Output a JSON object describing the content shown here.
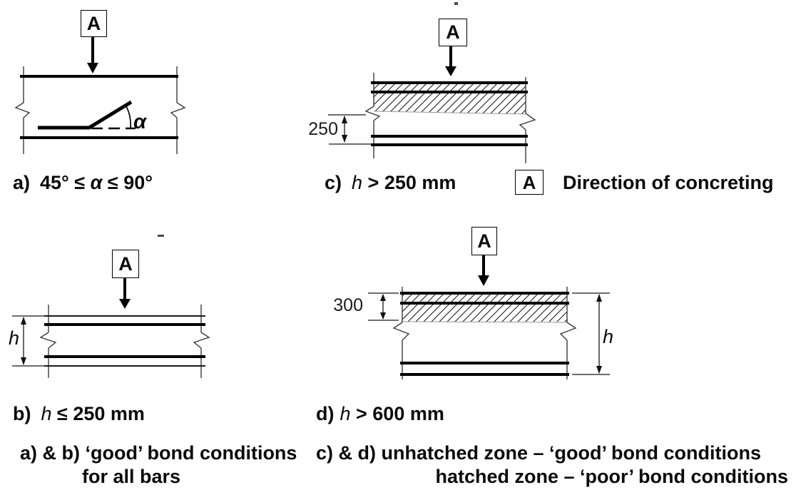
{
  "figure": {
    "marker_label": "A",
    "legend": {
      "marker": "A",
      "text": "Direction of concreting"
    },
    "captions": {
      "a": {
        "label": "a)",
        "pre": "45° ≤ ",
        "symbol": "α",
        "post": " ≤ 90°"
      },
      "b": {
        "label": "b)",
        "symbol": "h",
        "post": " ≤ 250 mm"
      },
      "c": {
        "label": "c)",
        "symbol": "h",
        "post": " > 250 mm"
      },
      "d": {
        "label": "d)",
        "symbol": "h",
        "post": " > 600 mm"
      }
    },
    "dimensions": {
      "c_bottom_zone": "250",
      "d_top_zone": "300",
      "b_height": "h",
      "d_height": "h",
      "bar_angle": "α"
    },
    "notes": {
      "left_line1": "a) & b) ‘good’ bond conditions",
      "left_line2": "for all bars",
      "right_line1": "c) & d) unhatched zone – ‘good’ bond conditions",
      "right_line2": "hatched zone – ‘poor’ bond conditions"
    },
    "colors": {
      "ink": "#000000",
      "background": "#ffffff"
    }
  }
}
